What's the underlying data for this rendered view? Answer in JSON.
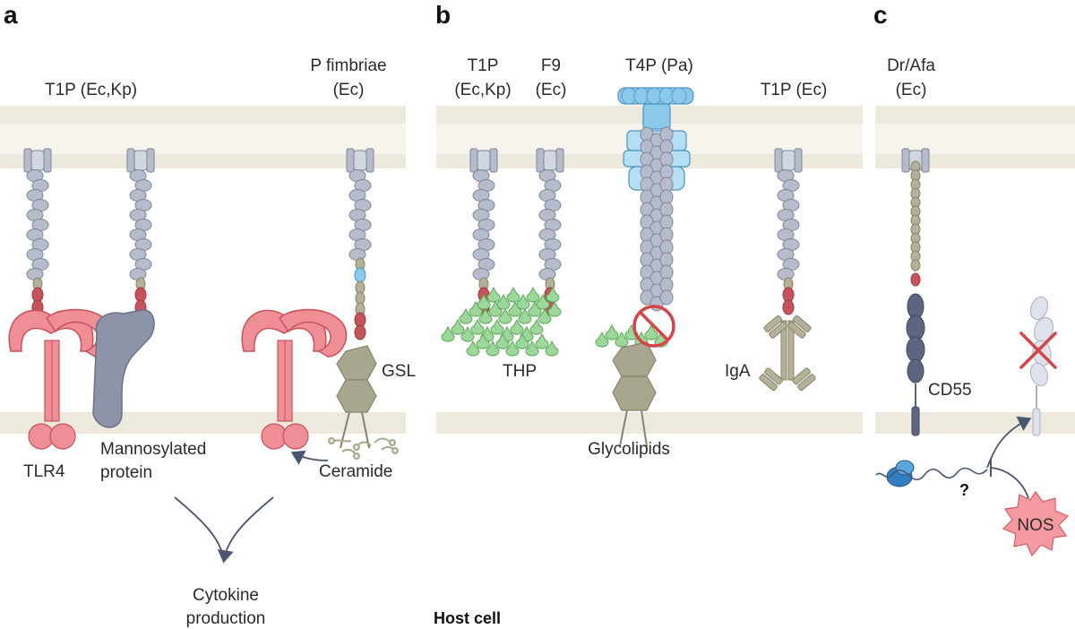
{
  "panels": [
    {
      "letter": "a"
    },
    {
      "letter": "b"
    },
    {
      "letter": "c"
    }
  ],
  "labels": {
    "a_t1p_line1": "T1P (Ec,Kp)",
    "a_pfim_line1": "P fimbriae",
    "a_pfim_line2": "(Ec)",
    "a_gsl": "GSL",
    "a_tlr4": "TLR4",
    "a_manno_line1": "Mannosylated",
    "a_manno_line2": "protein",
    "a_ceramide": "Ceramide",
    "a_cyto_line1": "Cytokine",
    "a_cyto_line2": "production",
    "b_t1p_line1": "T1P",
    "b_t1p_line2": "(Ec,Kp)",
    "b_f9_line1": "F9",
    "b_f9_line2": "(Ec)",
    "b_t4p": "T4P (Pa)",
    "b_t1p_ec": "T1P (Ec)",
    "b_thp": "THP",
    "b_iga": "IgA",
    "b_glycolipids": "Glycolipids",
    "host_cell": "Host cell",
    "c_drafa_line1": "Dr/Afa",
    "c_drafa_line2": "(Ec)",
    "c_cd55": "CD55",
    "c_question": "?",
    "c_nos": "NOS"
  },
  "colors": {
    "membrane": "#ede9dc",
    "membrane_line": "#e1dccb",
    "pilus_grey": "#b6bccb",
    "pilus_stroke": "#7e8596",
    "tip_tan": "#b5b198",
    "adhesin_red": "#c9525a",
    "tlr4_pink": "#ef8e95",
    "manno_slate": "#8d94a8",
    "gsl_olive": "#a8a68c",
    "thp_green": "#9cd89a",
    "t4p_blue": "#8ac9ea",
    "cd55_dark": "#5d6680",
    "nos_pink": "#f49aa0",
    "inhibit_red": "#d64545",
    "arrow": "#4b5670"
  }
}
